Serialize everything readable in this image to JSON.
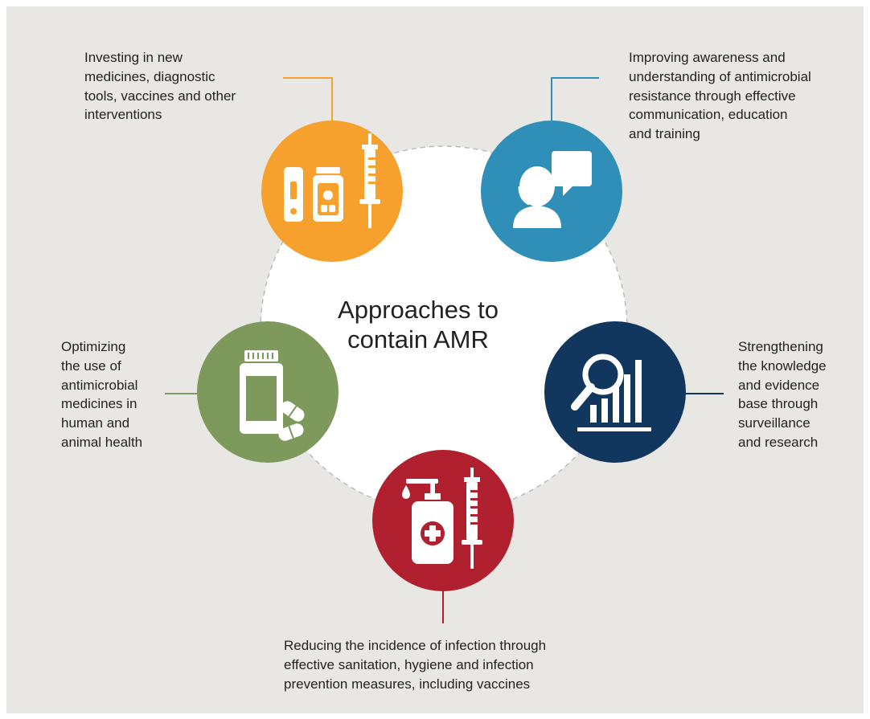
{
  "title_lines": [
    "Approaches to",
    "contain AMR"
  ],
  "colors": {
    "background": "#e9e7e4",
    "center_circle": "#ffffff",
    "orange": "#f6a02e",
    "blue": "#2f8fb8",
    "navy": "#12375f",
    "red": "#b1202f",
    "green": "#7d9a5c"
  },
  "approaches": [
    {
      "id": "invest",
      "icon": "test-medicine-syringe-icon",
      "color": "#f6a02e",
      "lines": [
        "Investing in new",
        "medicines, diagnostic",
        "tools, vaccines and other",
        "interventions"
      ]
    },
    {
      "id": "awareness",
      "icon": "person-speech-bubble-icon",
      "color": "#2f8fb8",
      "lines": [
        "Improving awareness and",
        "understanding of antimicrobial",
        "resistance through effective",
        "communication, education",
        "and training"
      ]
    },
    {
      "id": "knowledge",
      "icon": "magnifier-bar-chart-icon",
      "color": "#12375f",
      "lines": [
        "Strengthening",
        "the knowledge",
        "and evidence",
        "base through",
        "surveillance",
        "and research"
      ]
    },
    {
      "id": "infection",
      "icon": "sanitizer-syringe-icon",
      "color": "#b1202f",
      "lines": [
        "Reducing the incidence of infection through",
        "effective sanitation, hygiene and infection",
        "prevention measures, including vaccines"
      ]
    },
    {
      "id": "optimize",
      "icon": "medicine-bottle-pills-icon",
      "color": "#7d9a5c",
      "lines": [
        "Optimizing",
        "the use of",
        "antimicrobial",
        "medicines in",
        "human and",
        "animal health"
      ]
    }
  ]
}
